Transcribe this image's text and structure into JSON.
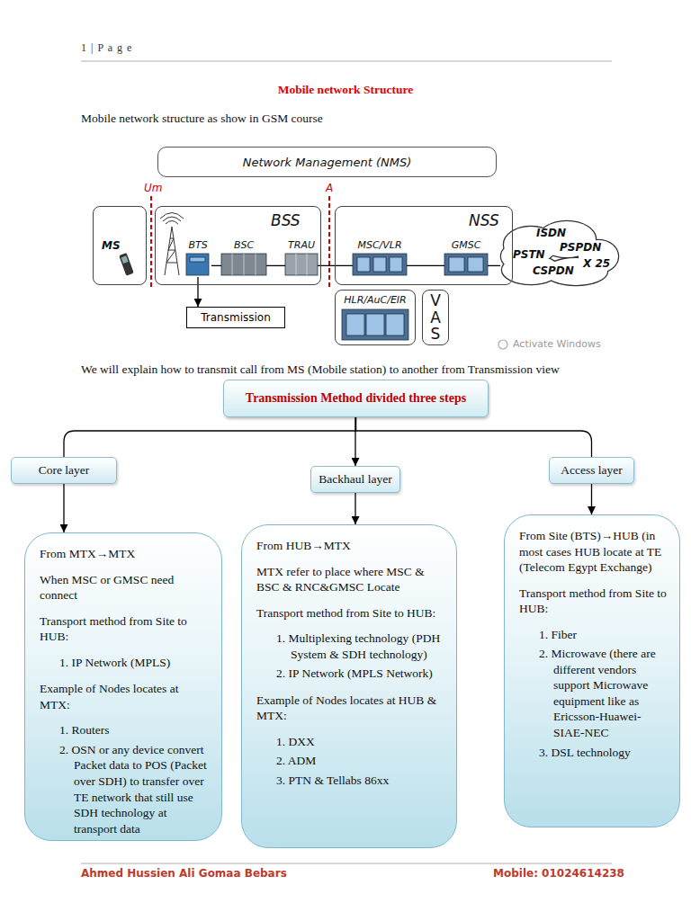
{
  "diagram": {
    "title": "Mobile network Structure",
    "nodes": [
      {
        "text": [
          "Network Management (NMS)"
        ]
      },
      {
        "text": [
          "MS"
        ]
      },
      {
        "text": [
          "BSS"
        ]
      },
      {
        "text": [
          "BTS"
        ],
        "in": 2
      },
      {
        "text": [
          "BSC"
        ],
        "in": 2
      },
      {
        "text": [
          "TRAU"
        ],
        "in": 2
      },
      {
        "text": [
          "NSS"
        ]
      },
      {
        "text": [
          "MSC/VLR"
        ],
        "in": 6
      },
      {
        "text": [
          "GMSC"
        ],
        "in": 6
      },
      {
        "text": [
          "ISDN",
          "PSPDN",
          "PSTN",
          "X 25",
          "CSPDN"
        ]
      },
      {
        "text": [
          "HLR/AuC/EIR"
        ]
      },
      {
        "text": [
          "V A S"
        ]
      },
      {
        "text": [
          "Transmission"
        ]
      },
      {
        "text": [
          "Transmission Method divided three steps"
        ]
      },
      {
        "text": [
          "Core layer"
        ]
      },
      {
        "text": [
          "Backhaul layer"
        ]
      },
      {
        "text": [
          "Access layer"
        ]
      },
      {
        "text": [
          "From MTX→MTX",
          "When MSC or GMSC need connect",
          "Transport method from Site to HUB:",
          "1. IP Network (MPLS)",
          "Example of Nodes locates at MTX:",
          "1. Routers",
          "2. OSN or any device convert Packet data to POS (Packet over SDH) to transfer over TE network that still use SDH technology at transport data"
        ]
      },
      {
        "text": [
          "From HUB→MTX",
          "MTX refer to place where MSC & BSC & RNC&GMSC Locate",
          "Transport method from Site to HUB:",
          "1. Multiplexing technology (PDH System & SDH technology)",
          "2. IP Network (MPLS Network)",
          "Example of Nodes locates at HUB & MTX:",
          "1. DXX",
          "2. ADM",
          "3. PTN & Tellabs 86xx"
        ]
      },
      {
        "text": [
          "From Site (BTS)→HUB (in most cases HUB locate at TE (Telecom Egypt Exchange)",
          "Transport method from Site to HUB:",
          "1. Fiber",
          "2. Microwave (there are different vendors support Microwave equipment like as Ericsson-Huawei-SIAE-NEC",
          "3. DSL technology"
        ]
      }
    ],
    "edges": [
      {
        "from": 3,
        "to": 4,
        "arrow": "none"
      },
      {
        "from": 4,
        "to": 5,
        "arrow": "none"
      },
      {
        "from": 5,
        "to": 7,
        "arrow": "none"
      },
      {
        "from": 7,
        "to": 8,
        "arrow": "none"
      },
      {
        "from": 8,
        "to": 9,
        "arrow": "none"
      },
      {
        "from": 3,
        "to": 12,
        "arrow": "to"
      },
      {
        "from": 13,
        "to": 14,
        "arrow": "none"
      },
      {
        "from": 13,
        "to": 15,
        "arrow": "to"
      },
      {
        "from": 13,
        "to": 16,
        "arrow": "none"
      },
      {
        "from": 14,
        "to": 17,
        "arrow": "to"
      },
      {
        "from": 15,
        "to": 18,
        "arrow": "to"
      },
      {
        "from": 16,
        "to": 19,
        "arrow": "to"
      }
    ],
    "labels": [
      "1 | P a g e",
      "Mobile network structure as show in GSM course",
      "Um",
      "A",
      "Activate Windows",
      "We will explain how to transmit call from MS (Mobile station) to another from Transmission view",
      "Ahmed Hussien Ali Gomaa Bebars",
      "Mobile: 01024614238"
    ]
  }
}
